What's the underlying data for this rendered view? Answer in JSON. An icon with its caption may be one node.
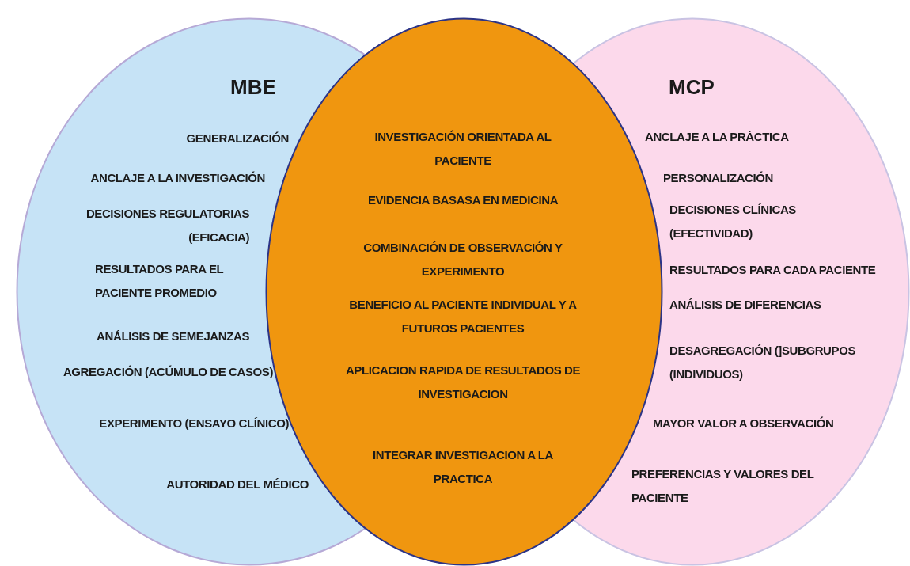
{
  "diagram": {
    "nodes": [
      {
        "text": [
          "MBE",
          "GENERALIZACIÓN",
          "ANCLAJE A LA INVESTIGACIÓN",
          "DECISIONES REGULATORIAS (EFICACIA)",
          "RESULTADOS PARA EL PACIENTE PROMEDIO",
          "ANÁLISIS DE SEMEJANZAS",
          "AGREGACIÓN (ACÚMULO DE CASOS)",
          "EXPERIMENTO (ENSAYO CLÍNICO)",
          "AUTORIDAD DEL MÉDICO"
        ]
      },
      {
        "text": [
          "INVESTIGACIÓN ORIENTADA AL PACIENTE",
          "EVIDENCIA BASASA EN MEDICINA",
          "COMBINACIÓN DE OBSERVACIÓN Y EXPERIMENTO",
          "BENEFICIO AL PACIENTE INDIVIDUAL Y A FUTUROS PACIENTES",
          "APLICACION RAPIDA DE RESULTADOS DE INVESTIGACION",
          "INTEGRAR INVESTIGACION A LA PRACTICA"
        ]
      },
      {
        "text": [
          "MCP",
          "ANCLAJE A LA PRÁCTICA",
          "PERSONALIZACIÓN",
          "DECISIONES CLÍNICAS (EFECTIVIDAD)",
          "RESULTADOS PARA CADA PACIENTE",
          "ANÁLISIS DE DIFERENCIAS",
          "DESAGREGACIÓN (]SUBGRUPOS (INDIVIDUOS)",
          "MAYOR VALOR A OBSERVACIÓN",
          "PREFERENCIAS Y VALORES DEL PACIENTE"
        ]
      }
    ]
  }
}
